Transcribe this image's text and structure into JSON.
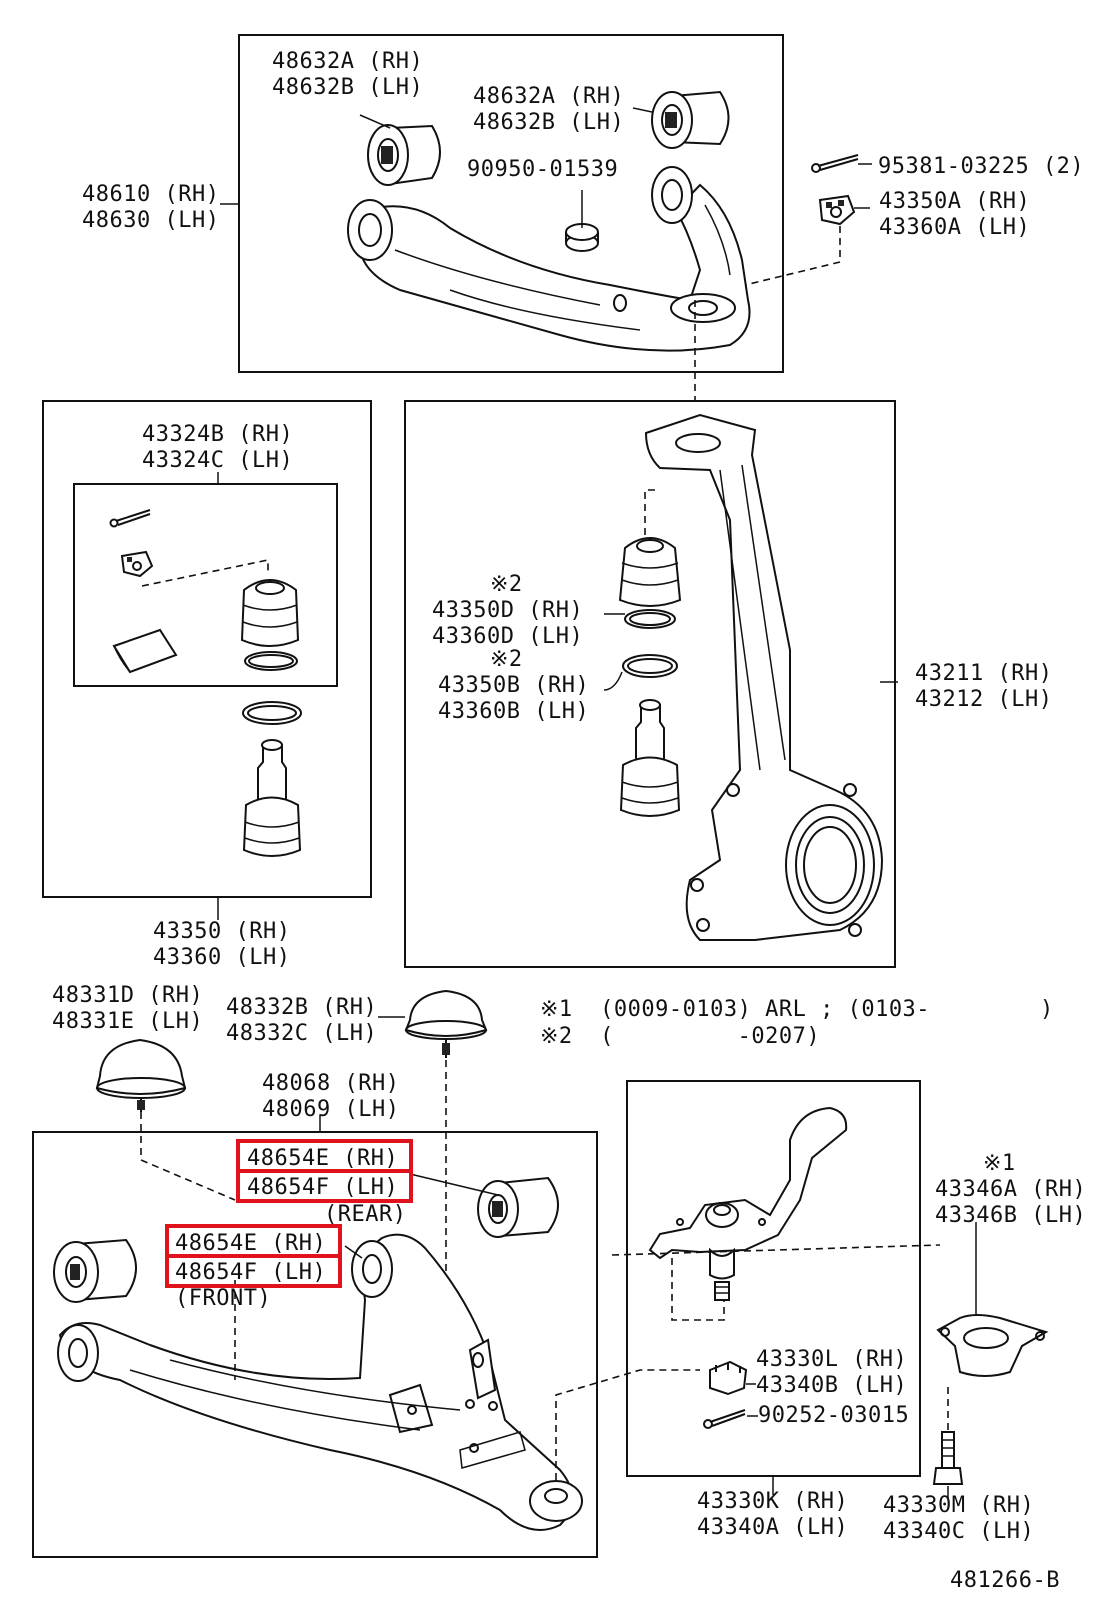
{
  "diagram_id": "481266-B",
  "colors": {
    "ink": "#111111",
    "highlight": "#e0121b",
    "background": "#ffffff"
  },
  "labels": {
    "upper_bushing_l_rh": "48632A (RH)",
    "upper_bushing_l_lh": "48632B (LH)",
    "upper_bushing_r_rh": "48632A (RH)",
    "upper_bushing_r_lh": "48632B (LH)",
    "plug": "90950-01539",
    "cotter_pin_top": "95381-03225 (2)",
    "nut_top_rh": "43350A (RH)",
    "nut_top_lh": "43360A (LH)",
    "upper_arm_rh": "48610 (RH)",
    "upper_arm_lh": "48630 (LH)",
    "kit_rh": "43324B (RH)",
    "kit_lh": "43324C (LH)",
    "lower_ball_joint_rh": "43350 (RH)",
    "lower_ball_joint_lh": "43360 (LH)",
    "note2_a": "※2",
    "boot_rh": "43350D (RH)",
    "boot_lh": "43360D (LH)",
    "note2_b": "※2",
    "ring_rh": "43350B (RH)",
    "ring_lh": "43360B (LH)",
    "knuckle_rh": "43211 (RH)",
    "knuckle_lh": "43212 (LH)",
    "bumper_l_rh": "48331D (RH)",
    "bumper_l_lh": "48331E (LH)",
    "bumper_r_rh": "48332B (RH)",
    "bumper_r_lh": "48332C (LH)",
    "note1_line": "※1  (0009-0103) ARL ; (0103-        )",
    "note2_line": "※2  (         -0207)",
    "lower_arm_rh": "48068 (RH)",
    "lower_arm_lh": "48069 (LH)",
    "rear_bushing_rh": "48654E (RH)",
    "rear_bushing_lh": "48654F (LH)",
    "rear_tag": "(REAR)",
    "front_bushing_rh": "48654E (RH)",
    "front_bushing_lh": "48654F (LH)",
    "front_tag": "(FRONT)",
    "note1_c": "※1",
    "shield_rh": "43346A (RH)",
    "shield_lh": "43346B (LH)",
    "nut_low_rh": "43330L (RH)",
    "nut_low_lh": "43340B (LH)",
    "cotter_pin_low": "90252-03015",
    "lower_ball_rh": "43330K (RH)",
    "lower_ball_lh": "43340A (LH)",
    "bolt_rh": "43330M (RH)",
    "bolt_lh": "43340C (LH)"
  }
}
